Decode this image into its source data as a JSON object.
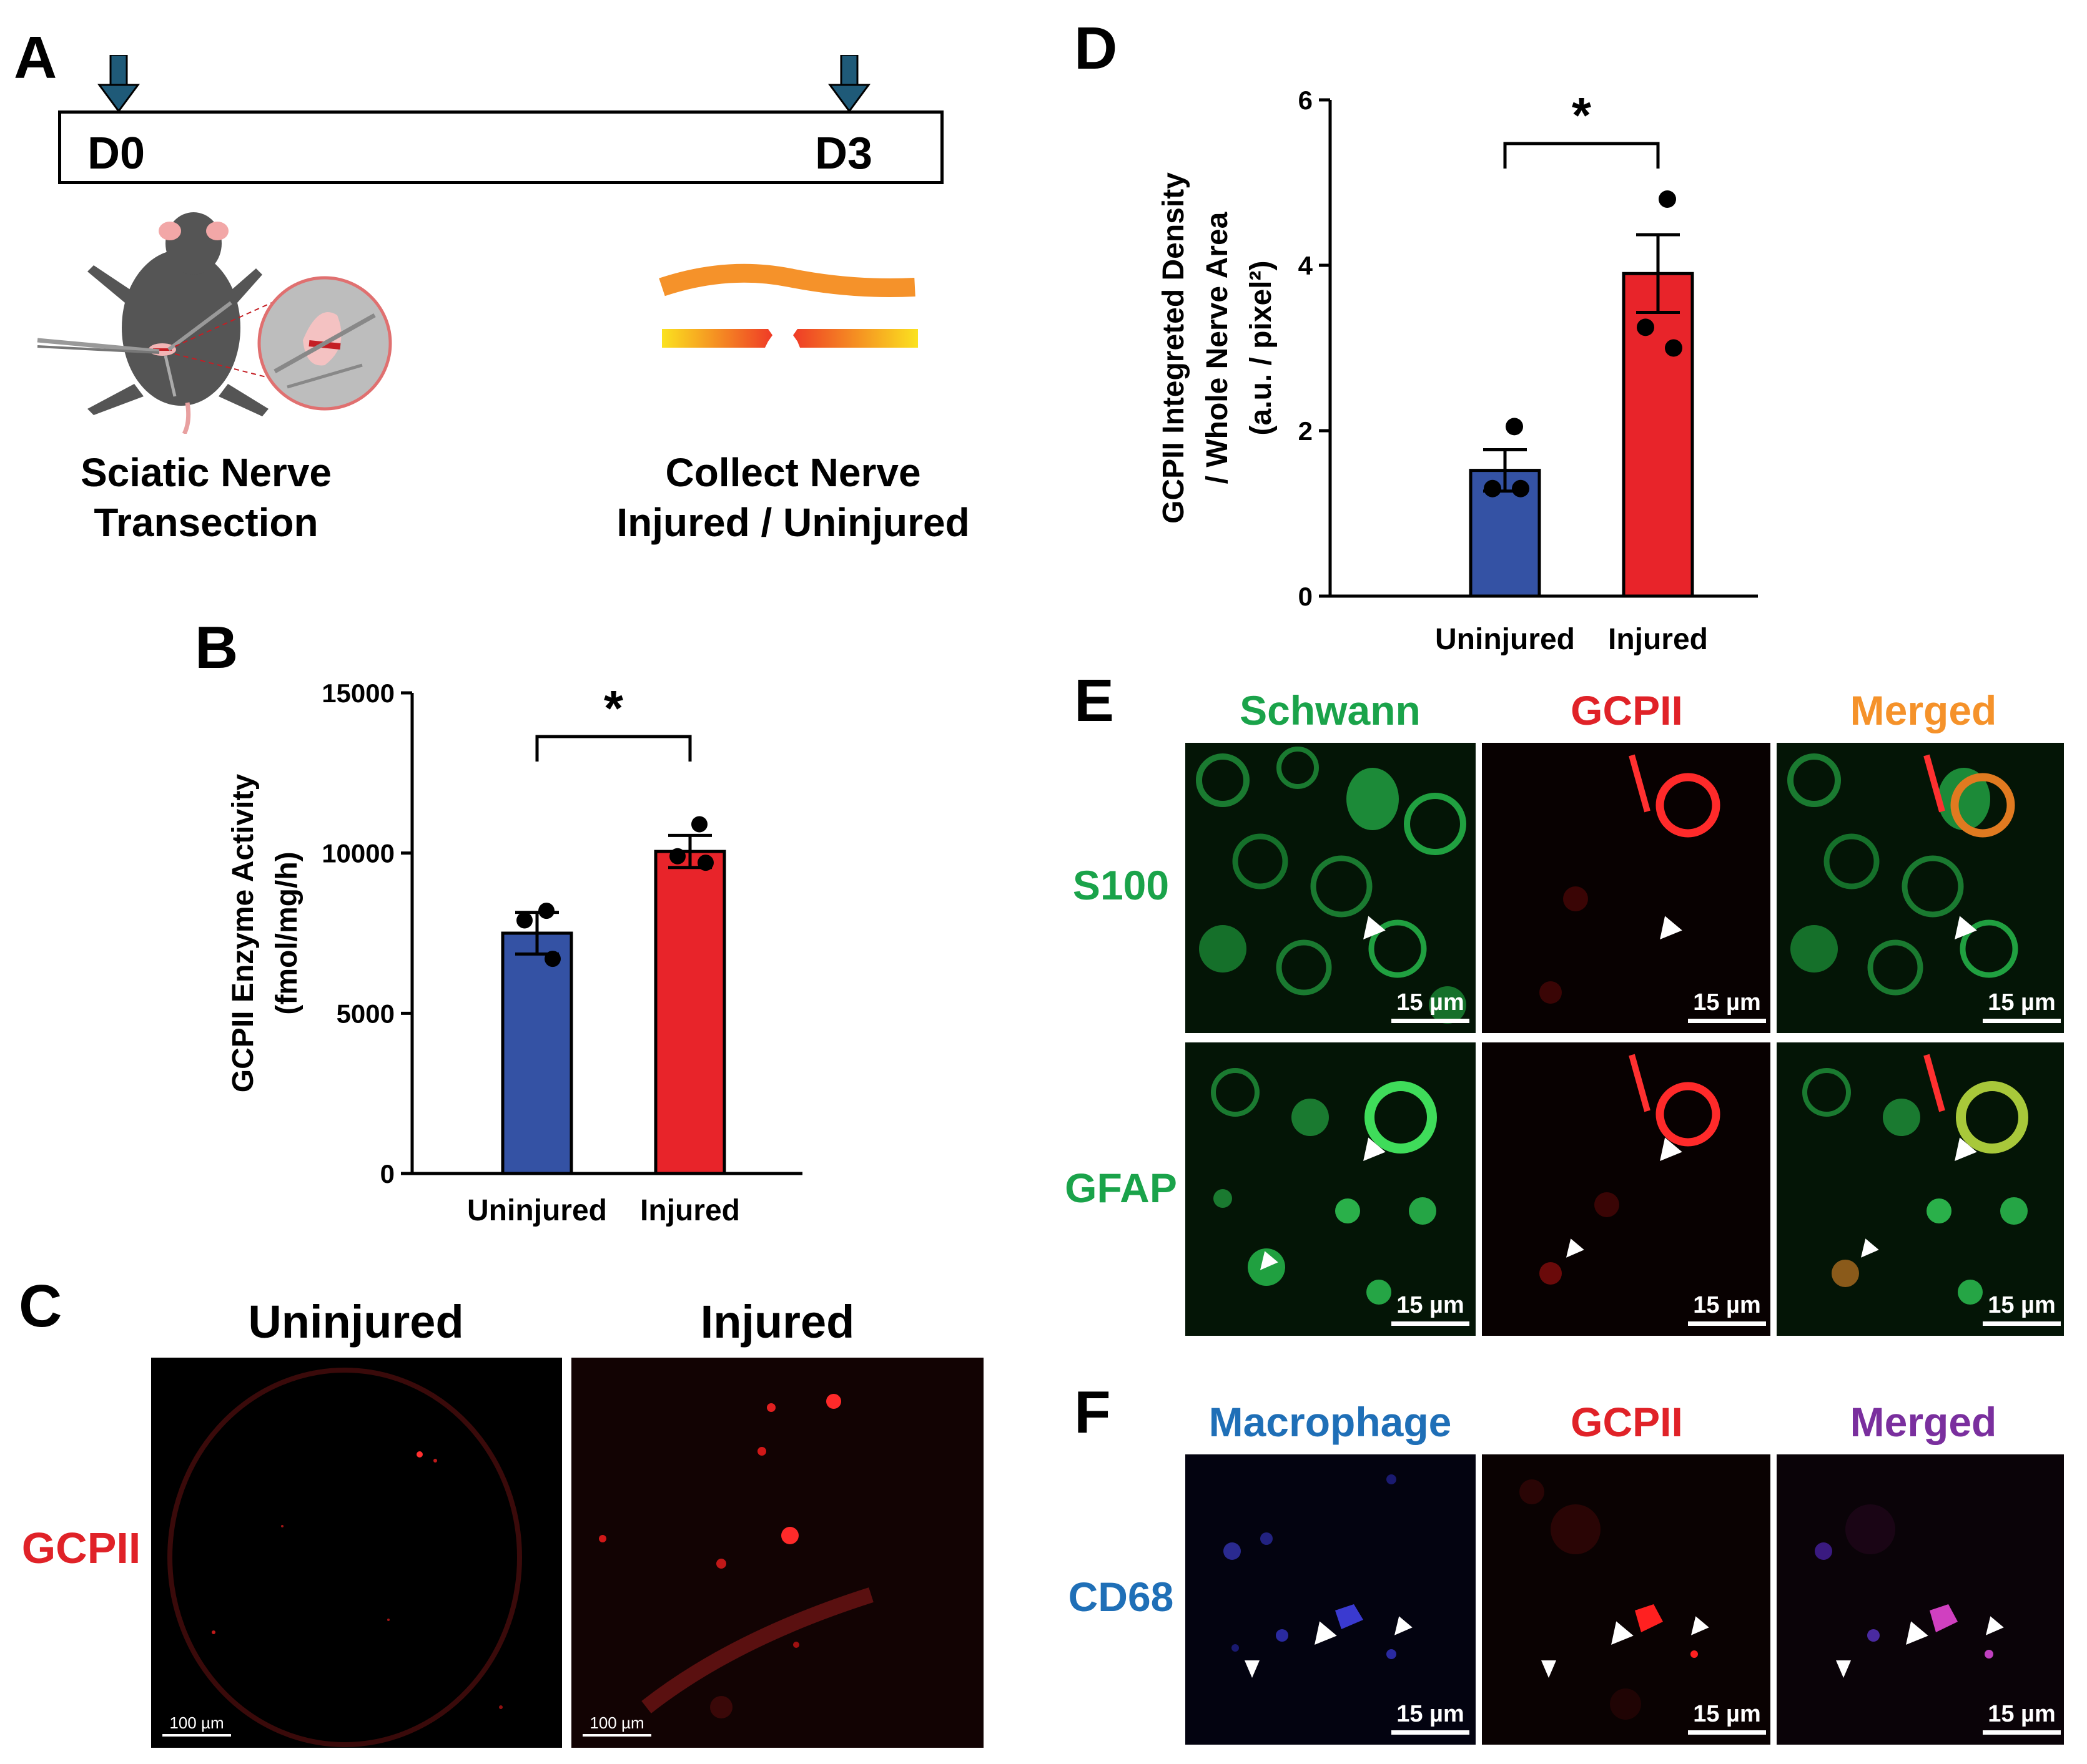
{
  "panel_labels": {
    "a": "A",
    "b": "B",
    "c": "C",
    "d": "D",
    "e": "E",
    "f": "F"
  },
  "colors": {
    "uninjured_bar": "#3452a4",
    "injured_bar": "#e8242a",
    "schwann_green": "#1aa34a",
    "gcpii_red": "#e02228",
    "merged_orange": "#f5922a",
    "macrophage_blue": "#1f6fb7",
    "merged_purple": "#7a2f9e",
    "timeline_arrow": "#1f5a78"
  },
  "panel_a": {
    "timeline": {
      "start_label": "D0",
      "end_label": "D3"
    },
    "left_caption": [
      "Sciatic Nerve",
      "Transection"
    ],
    "right_caption": [
      "Collect Nerve",
      "Injured / Uninjured"
    ],
    "icons": [
      "mouse-surgery-illustration",
      "nerve-illustration"
    ]
  },
  "panel_c": {
    "columns": [
      "Uninjured",
      "Injured"
    ],
    "row_label": "GCPII",
    "scale_label": "100 µm"
  },
  "panel_e": {
    "columns": [
      "Schwann",
      "GCPII",
      "Merged"
    ],
    "rows": [
      "S100",
      "GFAP"
    ],
    "scale_label": "15 µm"
  },
  "panel_f": {
    "columns": [
      "Macrophage",
      "GCPII",
      "Merged"
    ],
    "rows": [
      "CD68"
    ],
    "scale_label": "15 µm"
  },
  "chart_data": [
    {
      "id": "B",
      "type": "bar",
      "categories": [
        "Uninjured",
        "Injured"
      ],
      "values": [
        7500,
        10050
      ],
      "errors": [
        650,
        500
      ],
      "points": [
        [
          8200,
          7900,
          6700
        ],
        [
          10900,
          9900,
          9700
        ]
      ],
      "ylabel": [
        "GCPII Enzyme Activity",
        "(fmol/mg/h)"
      ],
      "ylim": [
        0,
        15000
      ],
      "yticks": [
        0,
        5000,
        10000,
        15000
      ],
      "significance": "*",
      "grid": false
    },
    {
      "id": "D",
      "type": "bar",
      "categories": [
        "Uninjured",
        "Injured"
      ],
      "values": [
        1.52,
        3.9
      ],
      "errors": [
        0.25,
        0.47
      ],
      "points": [
        [
          2.05,
          1.3,
          1.3
        ],
        [
          4.8,
          3.25,
          3.0
        ]
      ],
      "ylabel": [
        "GCPII Integreted Density",
        "/ Whole Nerve Area",
        "(a.u. / pixel²)"
      ],
      "ylim": [
        0,
        6
      ],
      "yticks": [
        0,
        2,
        4,
        6
      ],
      "significance": "*",
      "grid": false
    }
  ]
}
